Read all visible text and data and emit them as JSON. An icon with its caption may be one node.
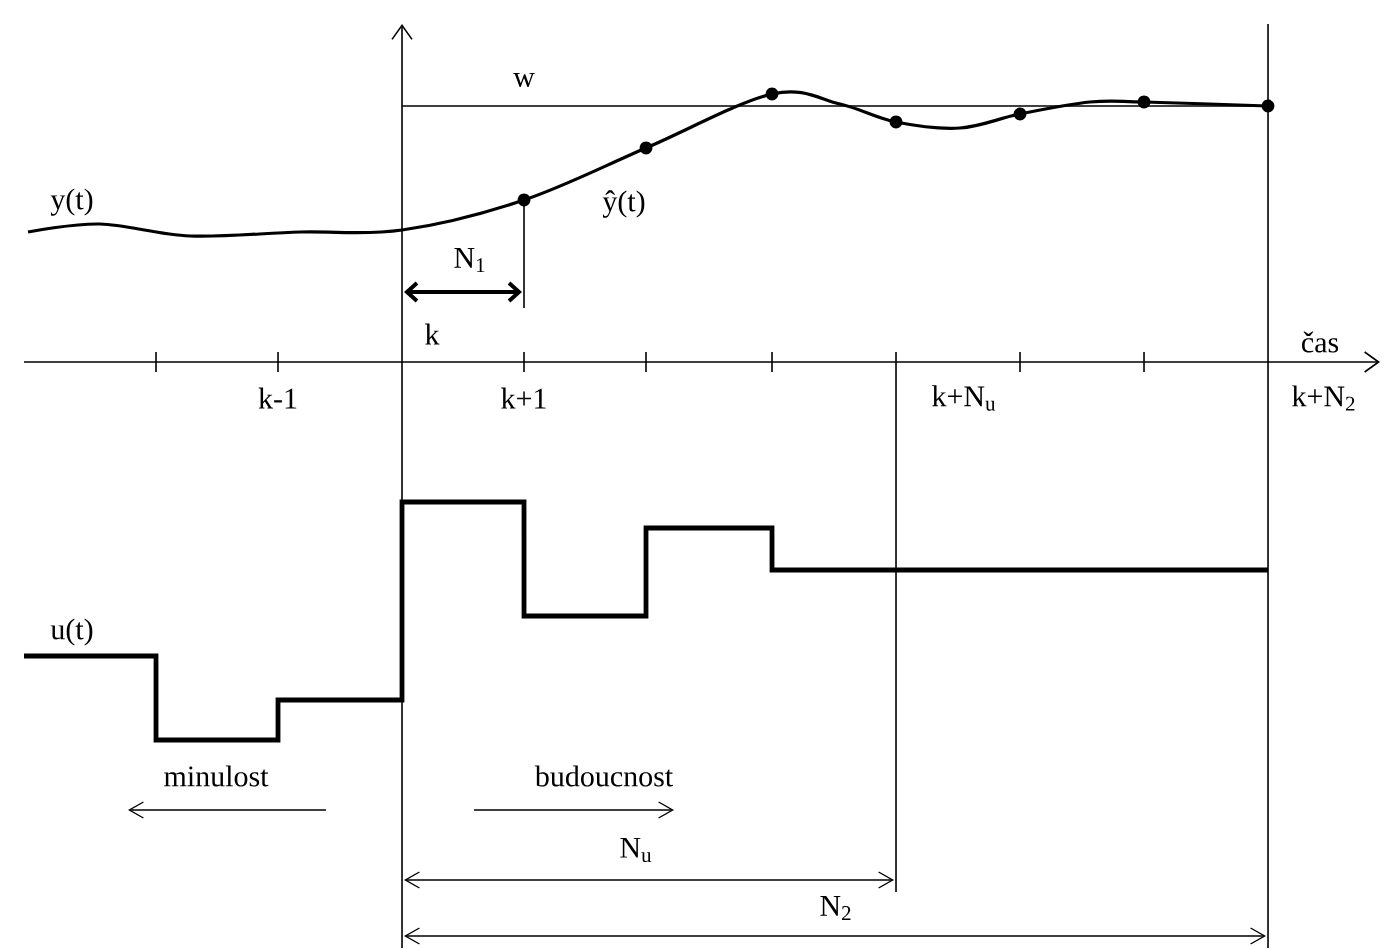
{
  "diagram": {
    "labels": [
      "w",
      "y(t)",
      "ŷ(t)",
      "N$_{1}$",
      "k",
      "čas",
      "k-1",
      "k+1",
      "k+N$_{u}$",
      "k+N$_{2}$",
      "u(t)",
      "minulost",
      "budoucnost",
      "N$_{u}$",
      "N$_{2}$"
    ]
  }
}
